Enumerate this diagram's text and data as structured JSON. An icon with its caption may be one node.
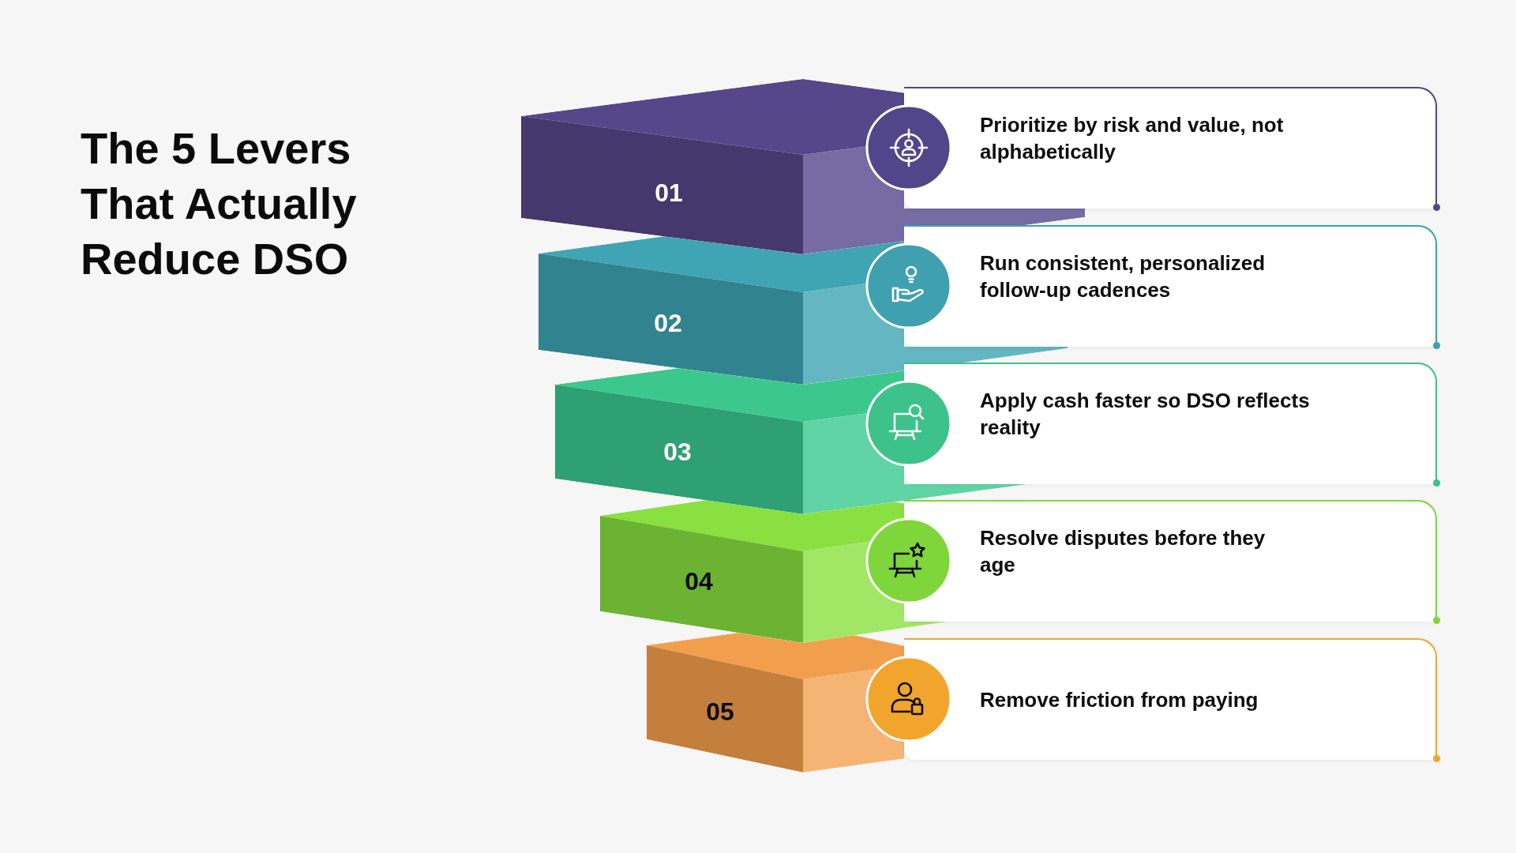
{
  "diagram": {
    "title": "The 5 Levers That Actually Reduce DSO",
    "nodes": [
      {
        "text": [
          "01"
        ]
      },
      {
        "text": [
          "Prioritize by risk and value, not alphabetically"
        ]
      },
      {
        "text": [
          "02"
        ]
      },
      {
        "text": [
          "Run consistent, personalized follow-up cadences"
        ]
      },
      {
        "text": [
          "03"
        ]
      },
      {
        "text": [
          "Apply cash faster so DSO reflects reality"
        ]
      },
      {
        "text": [
          "04"
        ]
      },
      {
        "text": [
          "Resolve disputes before they age"
        ]
      },
      {
        "text": [
          "05"
        ]
      },
      {
        "text": [
          "Remove friction from paying"
        ]
      }
    ]
  }
}
